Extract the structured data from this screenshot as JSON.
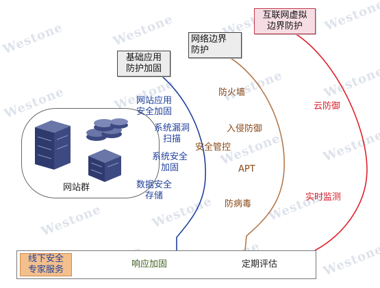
{
  "layers": {
    "basic": {
      "title_line1": "基础应用",
      "title_line2": "防护加固"
    },
    "border": {
      "title_line1": "网络边界",
      "title_line2": "防护"
    },
    "virtual": {
      "title_line1": "互联网虚拟",
      "title_line2": "边界防护"
    }
  },
  "basic_items": [
    {
      "line1": "网站应用",
      "line2": "安全加固"
    },
    {
      "line1": "系统漏洞",
      "line2": "扫描"
    },
    {
      "line1": "系统安全",
      "line2": "加固"
    },
    {
      "line1": "数据安全",
      "line2": "存储"
    }
  ],
  "border_items": [
    "防火墙",
    "入侵防御",
    "安全管控",
    "APT",
    "防病毒"
  ],
  "virtual_items": [
    "云防御",
    "实时监测"
  ],
  "cluster": {
    "label": "网站群"
  },
  "offline": {
    "label_line1": "线下安全",
    "label_line2": "专家服务",
    "items": [
      "响应加固",
      "定期评估"
    ]
  },
  "watermark": "Westone",
  "colors": {
    "basic_arc": "#1f3f9a",
    "border_arc": "#b3784a",
    "virtual_arc": "#e0202a",
    "server": "#3d4a82"
  }
}
